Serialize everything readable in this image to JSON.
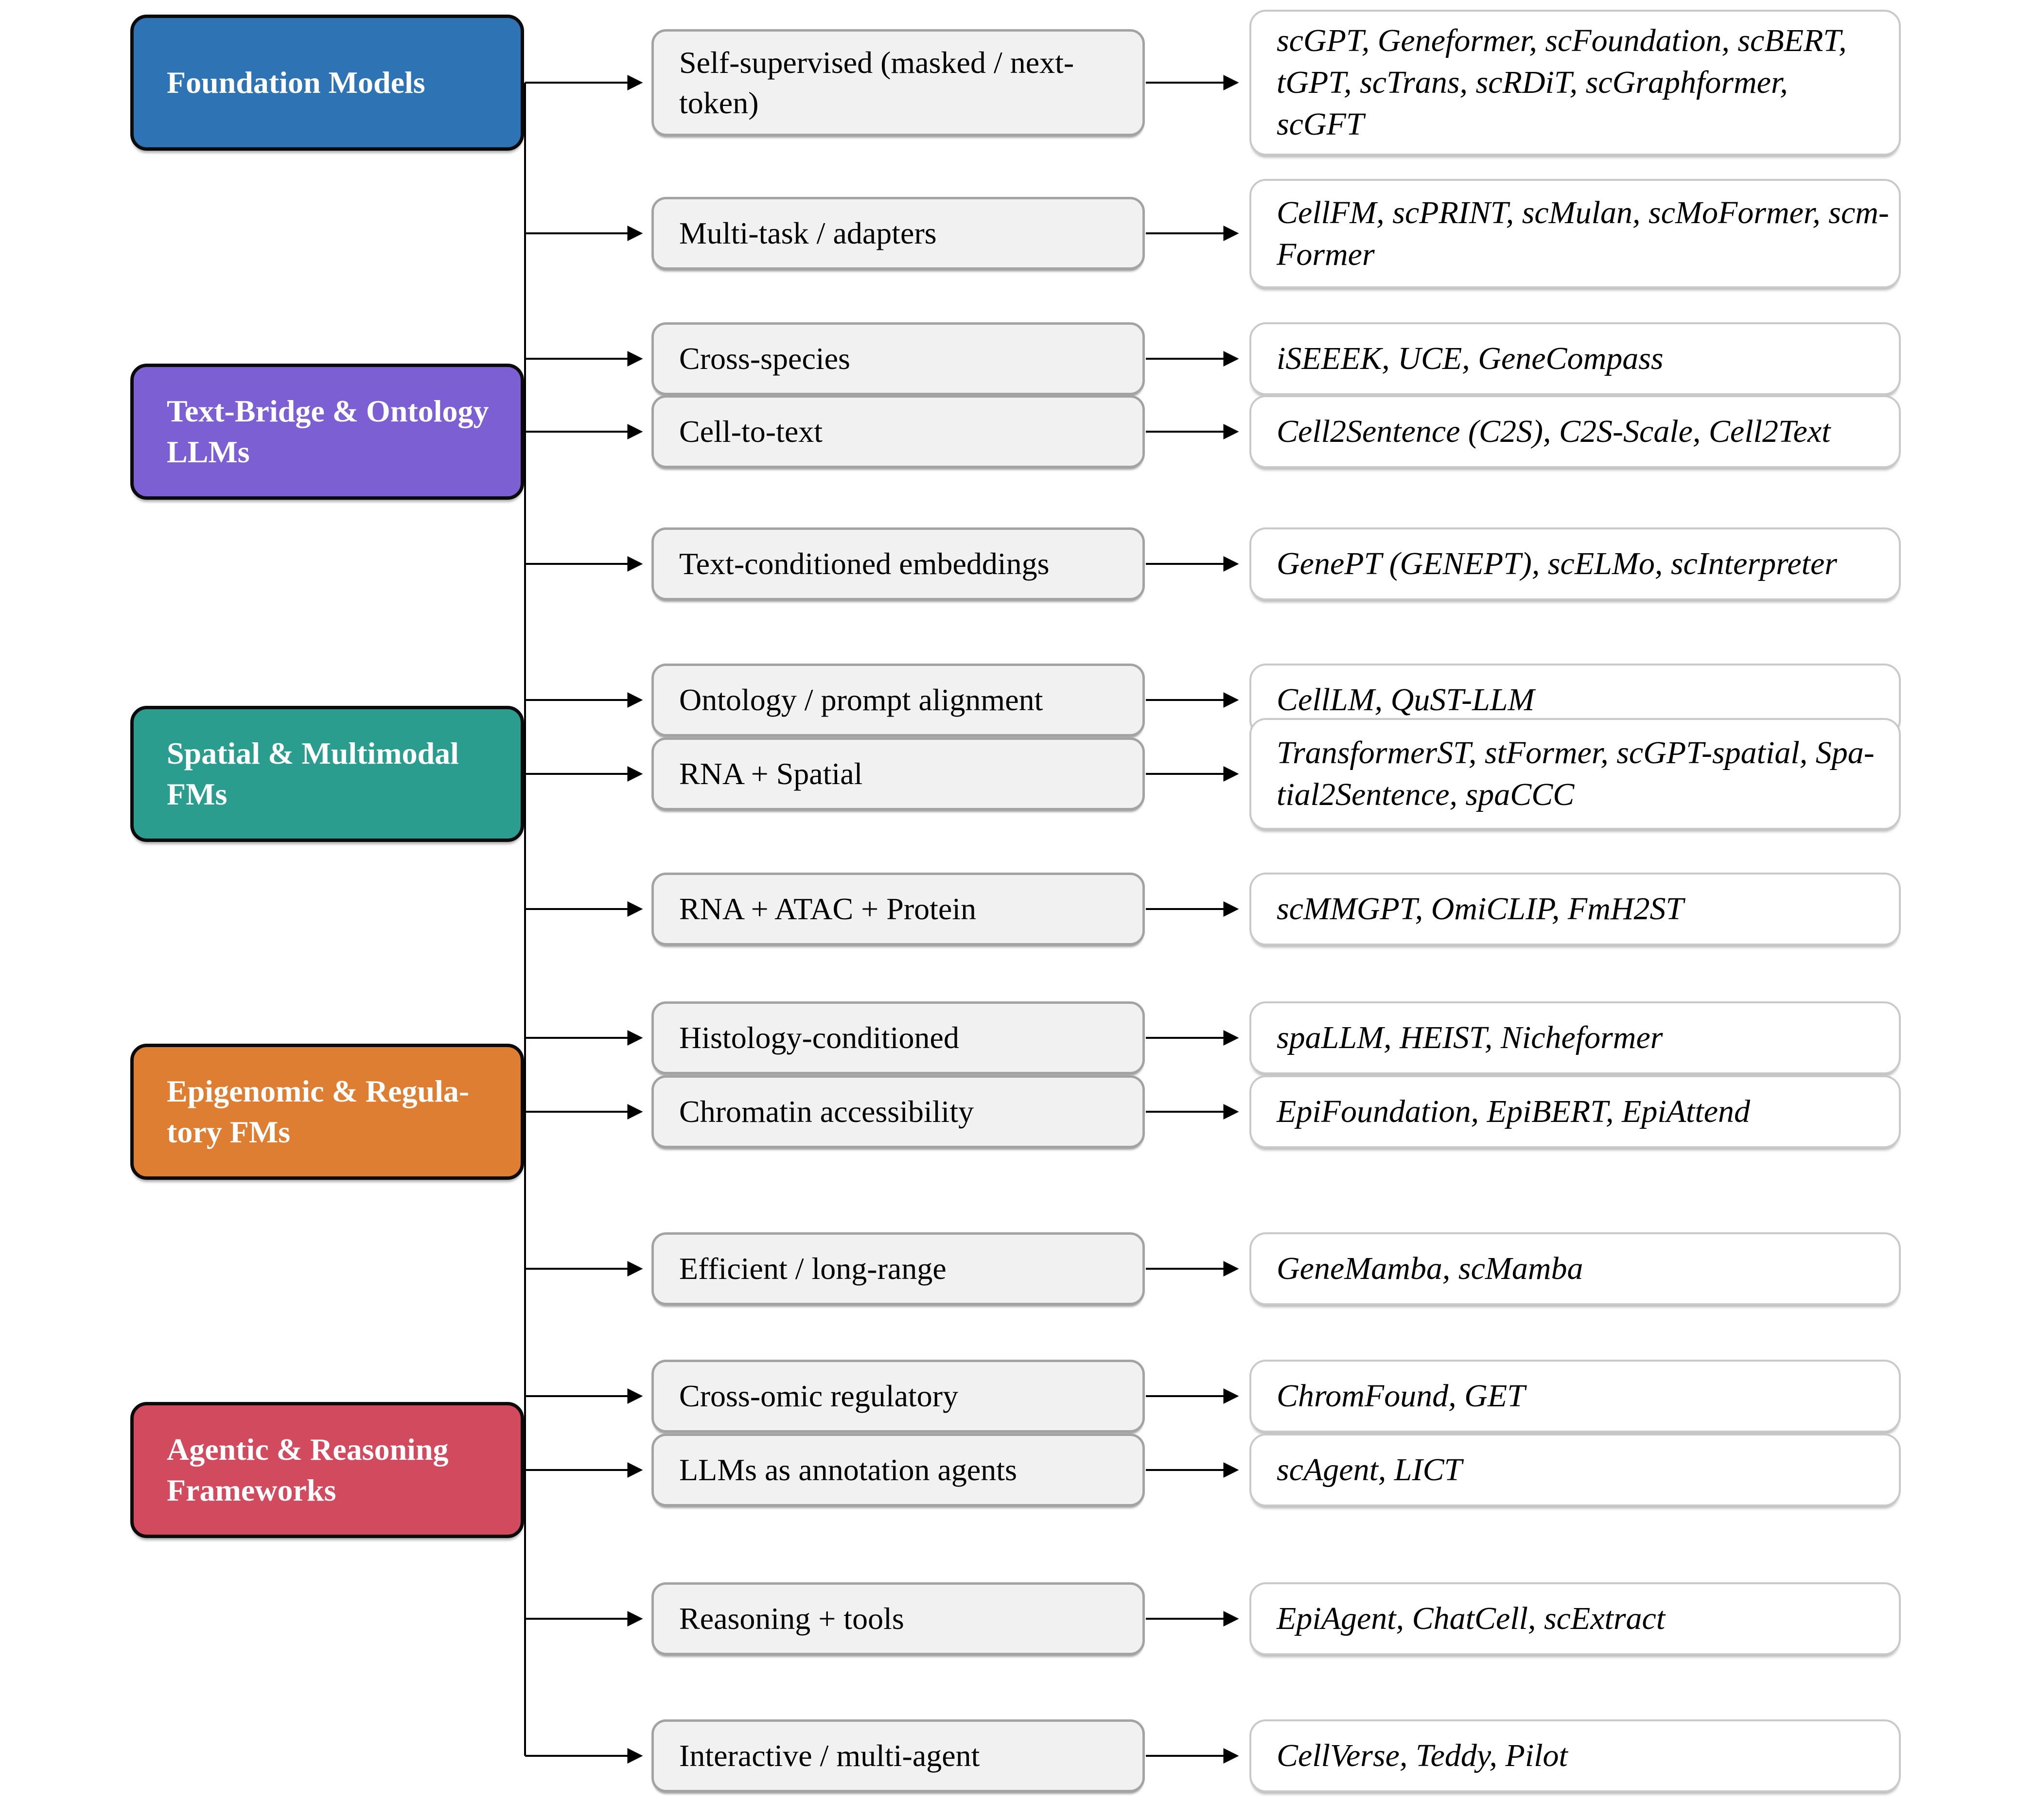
{
  "diagram": {
    "line_color": "#000000",
    "subcategory_box_fill": "#f1f1f1",
    "models_box_fill": "#ffffff",
    "groups": [
      {
        "label": "Foundation Models",
        "color": "#2E74B5",
        "children": [
          {
            "category": "Self-supervised (masked / next-\ntoken)",
            "models": "scGPT, Geneformer, scFoundation, scBERT,\ntGPT, scTrans, scRDiT, scGraphformer,\nscGFT"
          },
          {
            "category": "Multi-task / adapters",
            "models": "CellFM, scPRINT, scMulan, scMoFormer, scm-\nFormer"
          },
          {
            "category": "Cross-species",
            "models": "iSEEEK, UCE, GeneCompass"
          }
        ]
      },
      {
        "label": "Text-Bridge & Ontology\nLLMs",
        "color": "#7C5FD3",
        "children": [
          {
            "category": "Cell-to-text",
            "models": "Cell2Sentence (C2S), C2S-Scale, Cell2Text"
          },
          {
            "category": "Text-conditioned embeddings",
            "models": "GenePT (GENEPT), scELMo, scInterpreter"
          },
          {
            "category": "Ontology / prompt alignment",
            "models": "CellLM, QuST-LLM"
          }
        ]
      },
      {
        "label": "Spatial & Multimodal\nFMs",
        "color": "#2A9D8F",
        "children": [
          {
            "category": "RNA + Spatial",
            "models": "TransformerST, stFormer, scGPT-spatial, Spa-\ntial2Sentence, spaCCC"
          },
          {
            "category": "RNA + ATAC + Protein",
            "models": "scMMGPT, OmiCLIP, FmH2ST"
          },
          {
            "category": "Histology-conditioned",
            "models": "spaLLM, HEIST, Nicheformer"
          }
        ]
      },
      {
        "label": "Epigenomic & Regula-\ntory FMs",
        "color": "#DD7E33",
        "children": [
          {
            "category": "Chromatin accessibility",
            "models": "EpiFoundation, EpiBERT, EpiAttend"
          },
          {
            "category": "Efficient / long-range",
            "models": "GeneMamba, scMamba"
          },
          {
            "category": "Cross-omic regulatory",
            "models": "ChromFound, GET"
          }
        ]
      },
      {
        "label": "Agentic & Reasoning\nFrameworks",
        "color": "#D14A5E",
        "children": [
          {
            "category": "LLMs as annotation agents",
            "models": "scAgent, LICT"
          },
          {
            "category": "Reasoning + tools",
            "models": "EpiAgent, ChatCell, scExtract"
          },
          {
            "category": "Interactive / multi-agent",
            "models": "CellVerse, Teddy, Pilot"
          }
        ]
      }
    ]
  }
}
